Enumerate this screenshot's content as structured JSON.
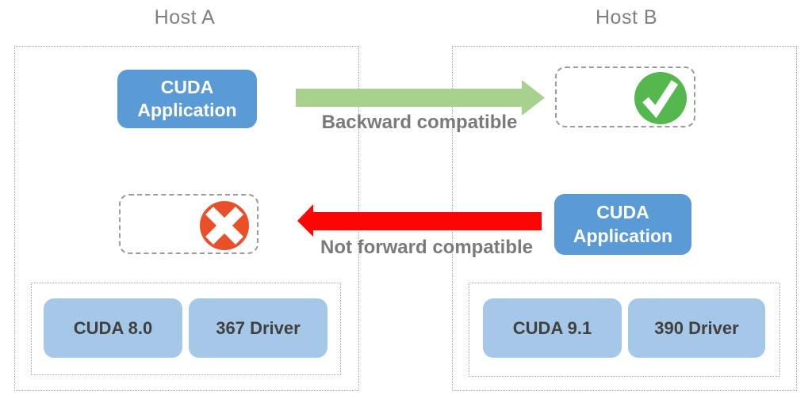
{
  "diagram": {
    "host_a": {
      "label": "Host A",
      "app_label": "CUDA Application",
      "result_icon": "error-cross",
      "stack": {
        "cuda": "CUDA 8.0",
        "driver": "367 Driver"
      }
    },
    "host_b": {
      "label": "Host B",
      "app_label": "CUDA Application",
      "result_icon": "success-check",
      "stack": {
        "cuda": "CUDA 9.1",
        "driver": "390 Driver"
      }
    },
    "arrows": {
      "backward": {
        "label": "Backward compatible",
        "direction": "right",
        "color": "#a9d18e"
      },
      "forward": {
        "label": "Not forward compatible",
        "direction": "left",
        "color": "#fb0505"
      }
    },
    "colors": {
      "app_box_blue": "#5b9bd5",
      "stack_box_blue": "#a5c8e8",
      "success_green": "#55b84f",
      "error_orange": "#e94f28",
      "host_label_gray": "#808080",
      "arrow_label_gray": "#7a7a7a",
      "stack_text_gray": "#404040",
      "dotted_border_gray": "#a8a8a8",
      "dashed_border_gray": "#9a9a9a"
    }
  }
}
